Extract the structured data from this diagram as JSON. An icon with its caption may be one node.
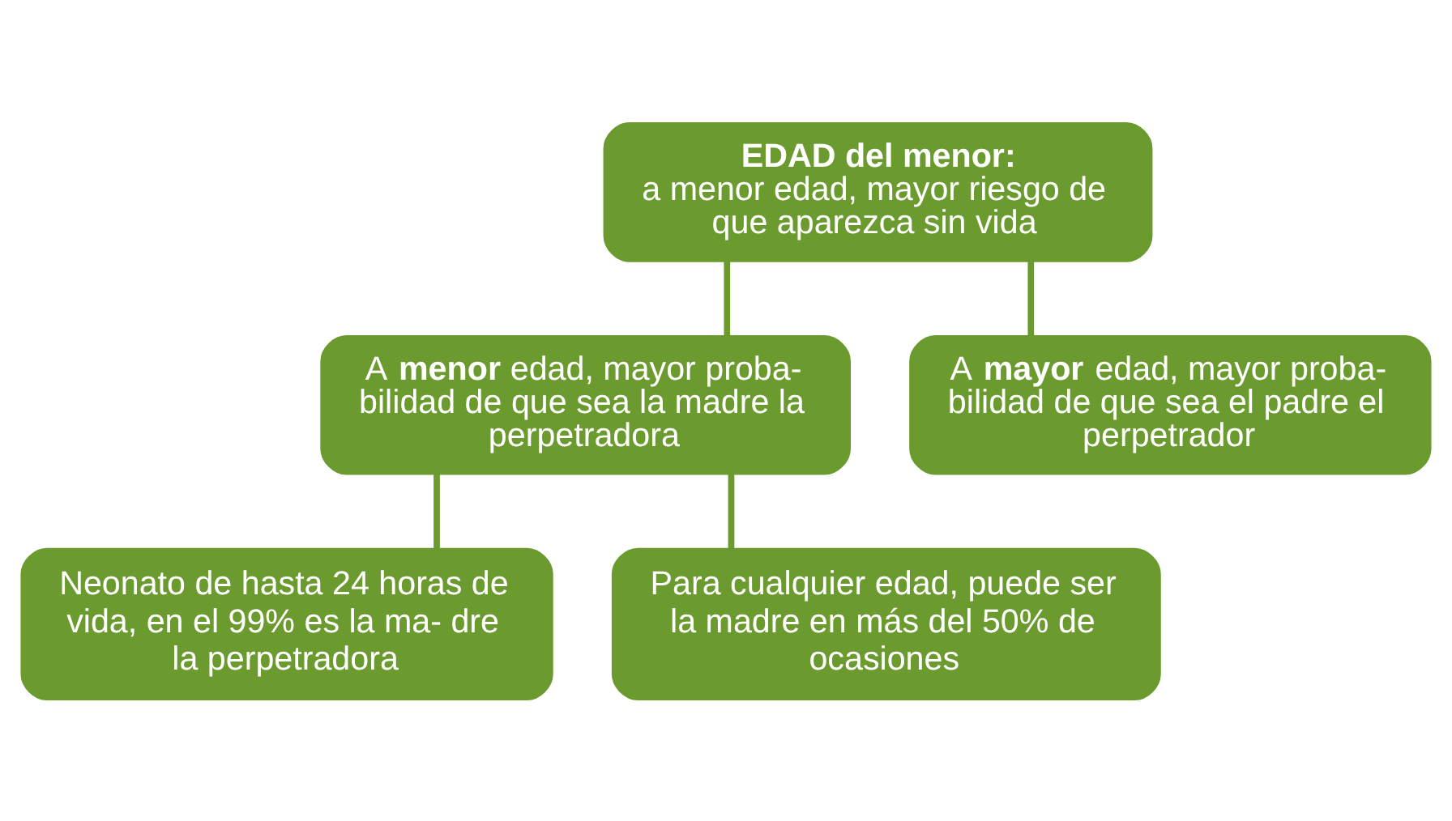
{
  "diagram": {
    "nodes": [
      {
        "text": [
          "EDAD del menor:",
          "a menor edad, mayor riesgo de que aparezca sin vida"
        ]
      },
      {
        "text": [
          "A **menor** edad, mayor proba- bilidad de que sea la madre la perpetradora"
        ]
      },
      {
        "text": [
          "A **mayor** edad, mayor proba- bilidad de que sea el padre el perpetrador"
        ]
      },
      {
        "text": [
          "Neonato de hasta 24 horas de vida, en el 99% es la ma- dre la perpetradora"
        ]
      },
      {
        "text": [
          "Para cualquier edad, puede ser la madre en más del 50% de ocasiones"
        ]
      }
    ],
    "edges": [
      {
        "from": 0,
        "to": 1,
        "arrow": "none"
      },
      {
        "from": 0,
        "to": 2,
        "arrow": "none"
      },
      {
        "from": 1,
        "to": 3,
        "arrow": "none"
      },
      {
        "from": 1,
        "to": 4,
        "arrow": "none"
      }
    ]
  }
}
